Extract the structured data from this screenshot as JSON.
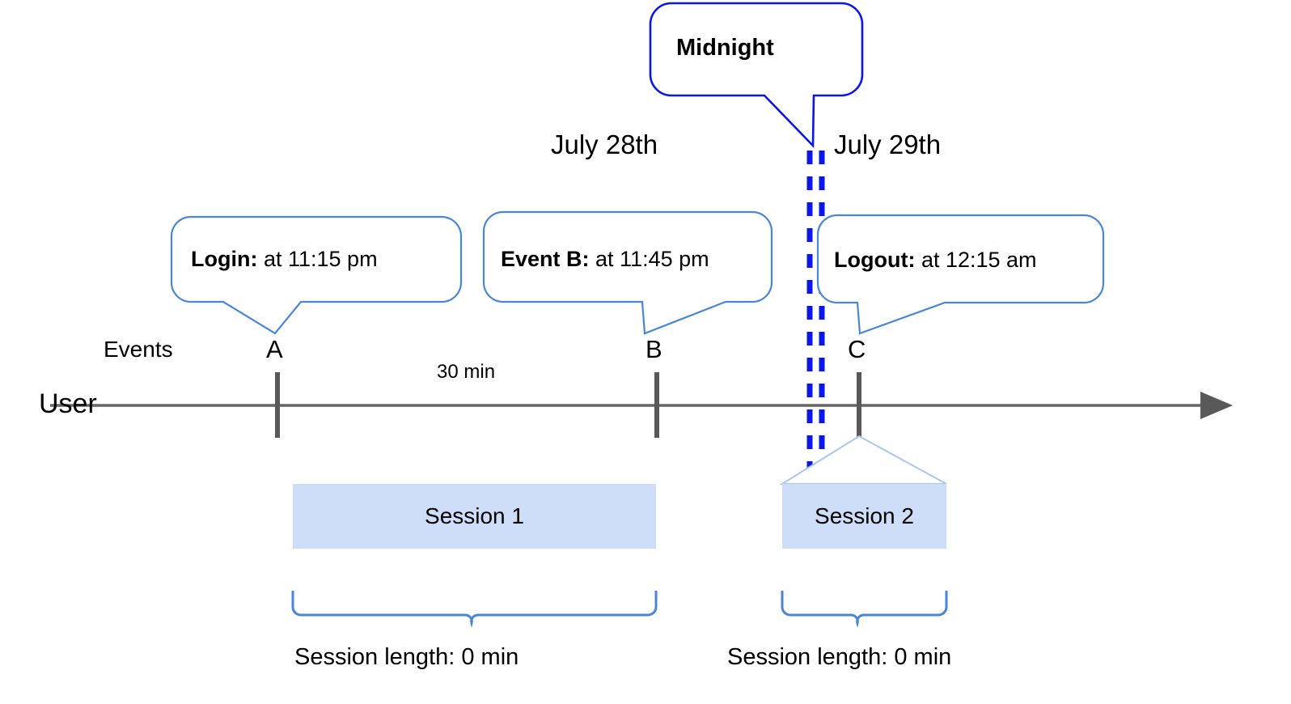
{
  "diagram": {
    "title_callout": {
      "label": "Midnight",
      "border_color": "#0b16e8"
    },
    "day_labels": [
      {
        "name": "day-left",
        "text": "July 28th"
      },
      {
        "name": "day-right",
        "text": "July 29th"
      }
    ],
    "event_callouts": [
      {
        "name": "login",
        "bold": "Login:",
        "rest": " at 11:15 pm"
      },
      {
        "name": "event-b",
        "bold": "Event B:",
        "rest": " at 11:45 pm"
      },
      {
        "name": "logout",
        "bold": "Logout:",
        "rest": " at 12:15 am"
      }
    ],
    "axis": {
      "row_label": "User",
      "events_label": "Events",
      "duration_label": "30 min",
      "markers": [
        {
          "id": "A",
          "label": "A"
        },
        {
          "id": "B",
          "label": "B"
        },
        {
          "id": "C",
          "label": "C"
        }
      ],
      "line_color": "#666666",
      "marker_color": "#595959"
    },
    "sessions": [
      {
        "name": "session-1",
        "label": "Session 1",
        "length_label": "Session length: 0 min"
      },
      {
        "name": "session-2",
        "label": "Session 2",
        "length_label": "Session length: 0 min"
      }
    ],
    "colors": {
      "session_fill": "#cedef8",
      "callout_border": "#4a86d8",
      "brace": "#4a86d8",
      "midnight_dash": "#0b16e8"
    }
  }
}
